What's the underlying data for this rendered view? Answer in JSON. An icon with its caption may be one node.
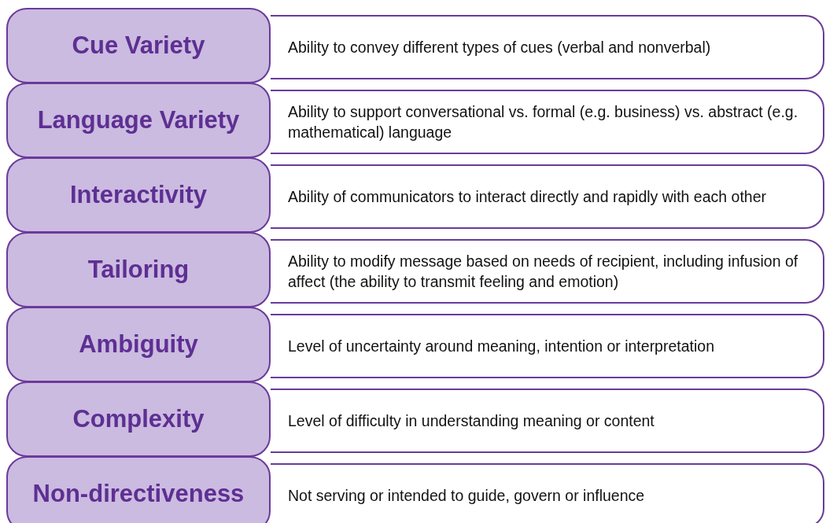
{
  "diagram": {
    "nodes": [
      {
        "text": [
          "Cue Variety"
        ]
      },
      {
        "text": [
          "Ability to convey different types of cues (verbal and nonverbal)"
        ]
      },
      {
        "text": [
          "Language Variety"
        ]
      },
      {
        "text": [
          "Ability to support conversational vs. formal (e.g. business) vs. abstract (e.g. mathematical) language"
        ]
      },
      {
        "text": [
          "Interactivity"
        ]
      },
      {
        "text": [
          "Ability of communicators to interact directly and rapidly with each other"
        ]
      },
      {
        "text": [
          "Tailoring"
        ]
      },
      {
        "text": [
          "Ability to modify message based on needs of recipient, including infusion of affect (the ability to transmit feeling and emotion)"
        ]
      },
      {
        "text": [
          "Ambiguity"
        ]
      },
      {
        "text": [
          "Level of uncertainty around meaning, intention or interpretation"
        ]
      },
      {
        "text": [
          "Complexity"
        ]
      },
      {
        "text": [
          "Level of difficulty in understanding meaning or content"
        ]
      },
      {
        "text": [
          "Non-directiveness"
        ]
      },
      {
        "text": [
          "Not serving or intended to guide, govern or influence"
        ]
      }
    ]
  }
}
